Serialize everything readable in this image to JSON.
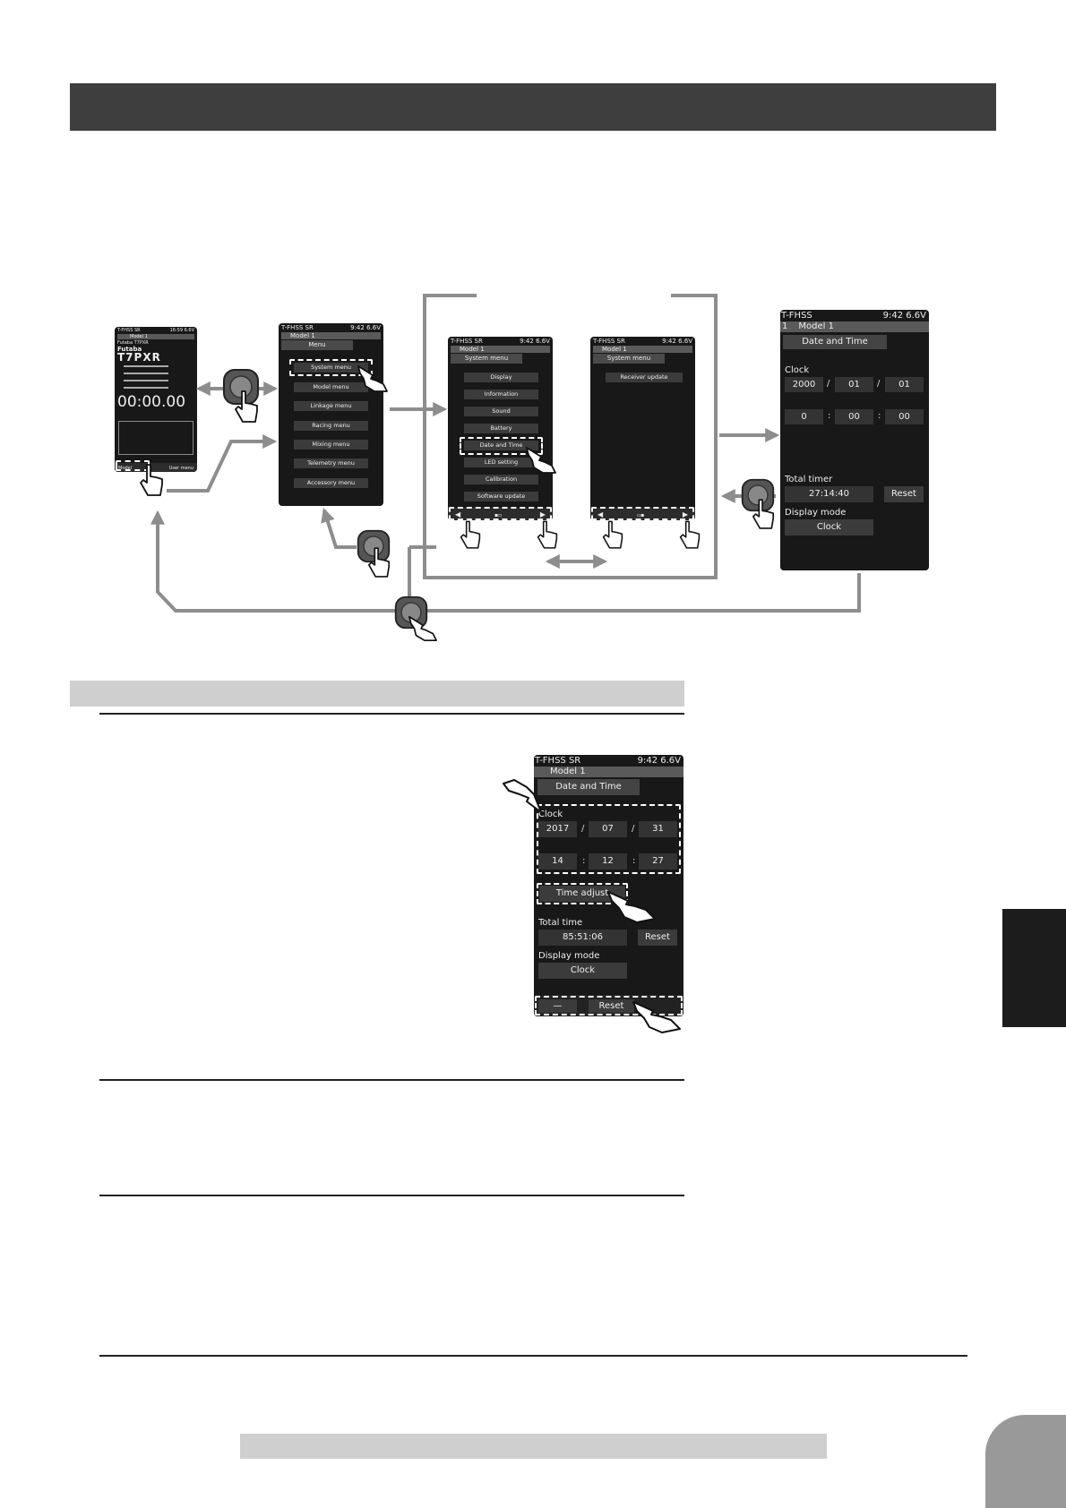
{
  "home": {
    "status": "T-FHSS SR",
    "time": "16:59",
    "volt": "6.6V",
    "model": "Model 1",
    "sub": "Futaba T7PXR",
    "brand": "Futaba",
    "product": "T7PXR",
    "timer": "00:00.00",
    "keys": {
      "left": "Model",
      "right": "User menu"
    }
  },
  "menu": {
    "status": "T-FHSS SR",
    "time": "9:42",
    "volt": "6.6V",
    "model": "Model 1",
    "title": "Menu",
    "items": [
      "System menu",
      "Model menu",
      "Linkage menu",
      "Racing menu",
      "Mixing menu",
      "Telemetry menu",
      "Accessory menu"
    ]
  },
  "sys1": {
    "status": "T-FHSS SR",
    "time": "9:42",
    "volt": "6.6V",
    "model": "Model 1",
    "title": "System menu",
    "items": [
      "Display",
      "Information",
      "Sound",
      "Battery",
      "Date and Time",
      "LED setting",
      "Calibration",
      "Software update"
    ]
  },
  "sys2": {
    "status": "T-FHSS SR",
    "time": "9:42",
    "volt": "6.6V",
    "model": "Model 1",
    "title": "System menu",
    "items": [
      "Receiver update"
    ]
  },
  "dt1": {
    "status": "T-FHSS",
    "time": "9:42",
    "volt": "6.6V",
    "modelno": "1",
    "model": "Model 1",
    "title": "Date and Time",
    "clock_label": "Clock",
    "date": [
      "2000",
      "01",
      "01"
    ],
    "clock": [
      "0",
      "00",
      "00"
    ],
    "timer_label": "Total timer",
    "timer": "27:14:40",
    "reset": "Reset",
    "mode_label": "Display mode",
    "mode": "Clock"
  },
  "dt2": {
    "status": "T-FHSS SR",
    "time": "9:42",
    "volt": "6.6V",
    "model": "Model 1",
    "title": "Date and Time",
    "clock_label": "Clock",
    "date": [
      "2017",
      "07",
      "31"
    ],
    "clock": [
      "14",
      "12",
      "27"
    ],
    "adjust": "Time adjust",
    "total_label": "Total time",
    "total": "85:51:06",
    "reset": "Reset",
    "mode_label": "Display mode",
    "mode": "Clock",
    "bar": {
      "dash": "—",
      "reset": "Reset"
    }
  },
  "colors": {
    "header": "#3e3e3e",
    "screen": "#181818",
    "button": "#3b3b3b",
    "arrow": "#8d8d8d",
    "subbar": "#cfcfcf",
    "tab": "#1c1c1c"
  },
  "icons": [
    "pointing-hand-icon",
    "push-knob-icon",
    "flow-arrow-icon"
  ]
}
